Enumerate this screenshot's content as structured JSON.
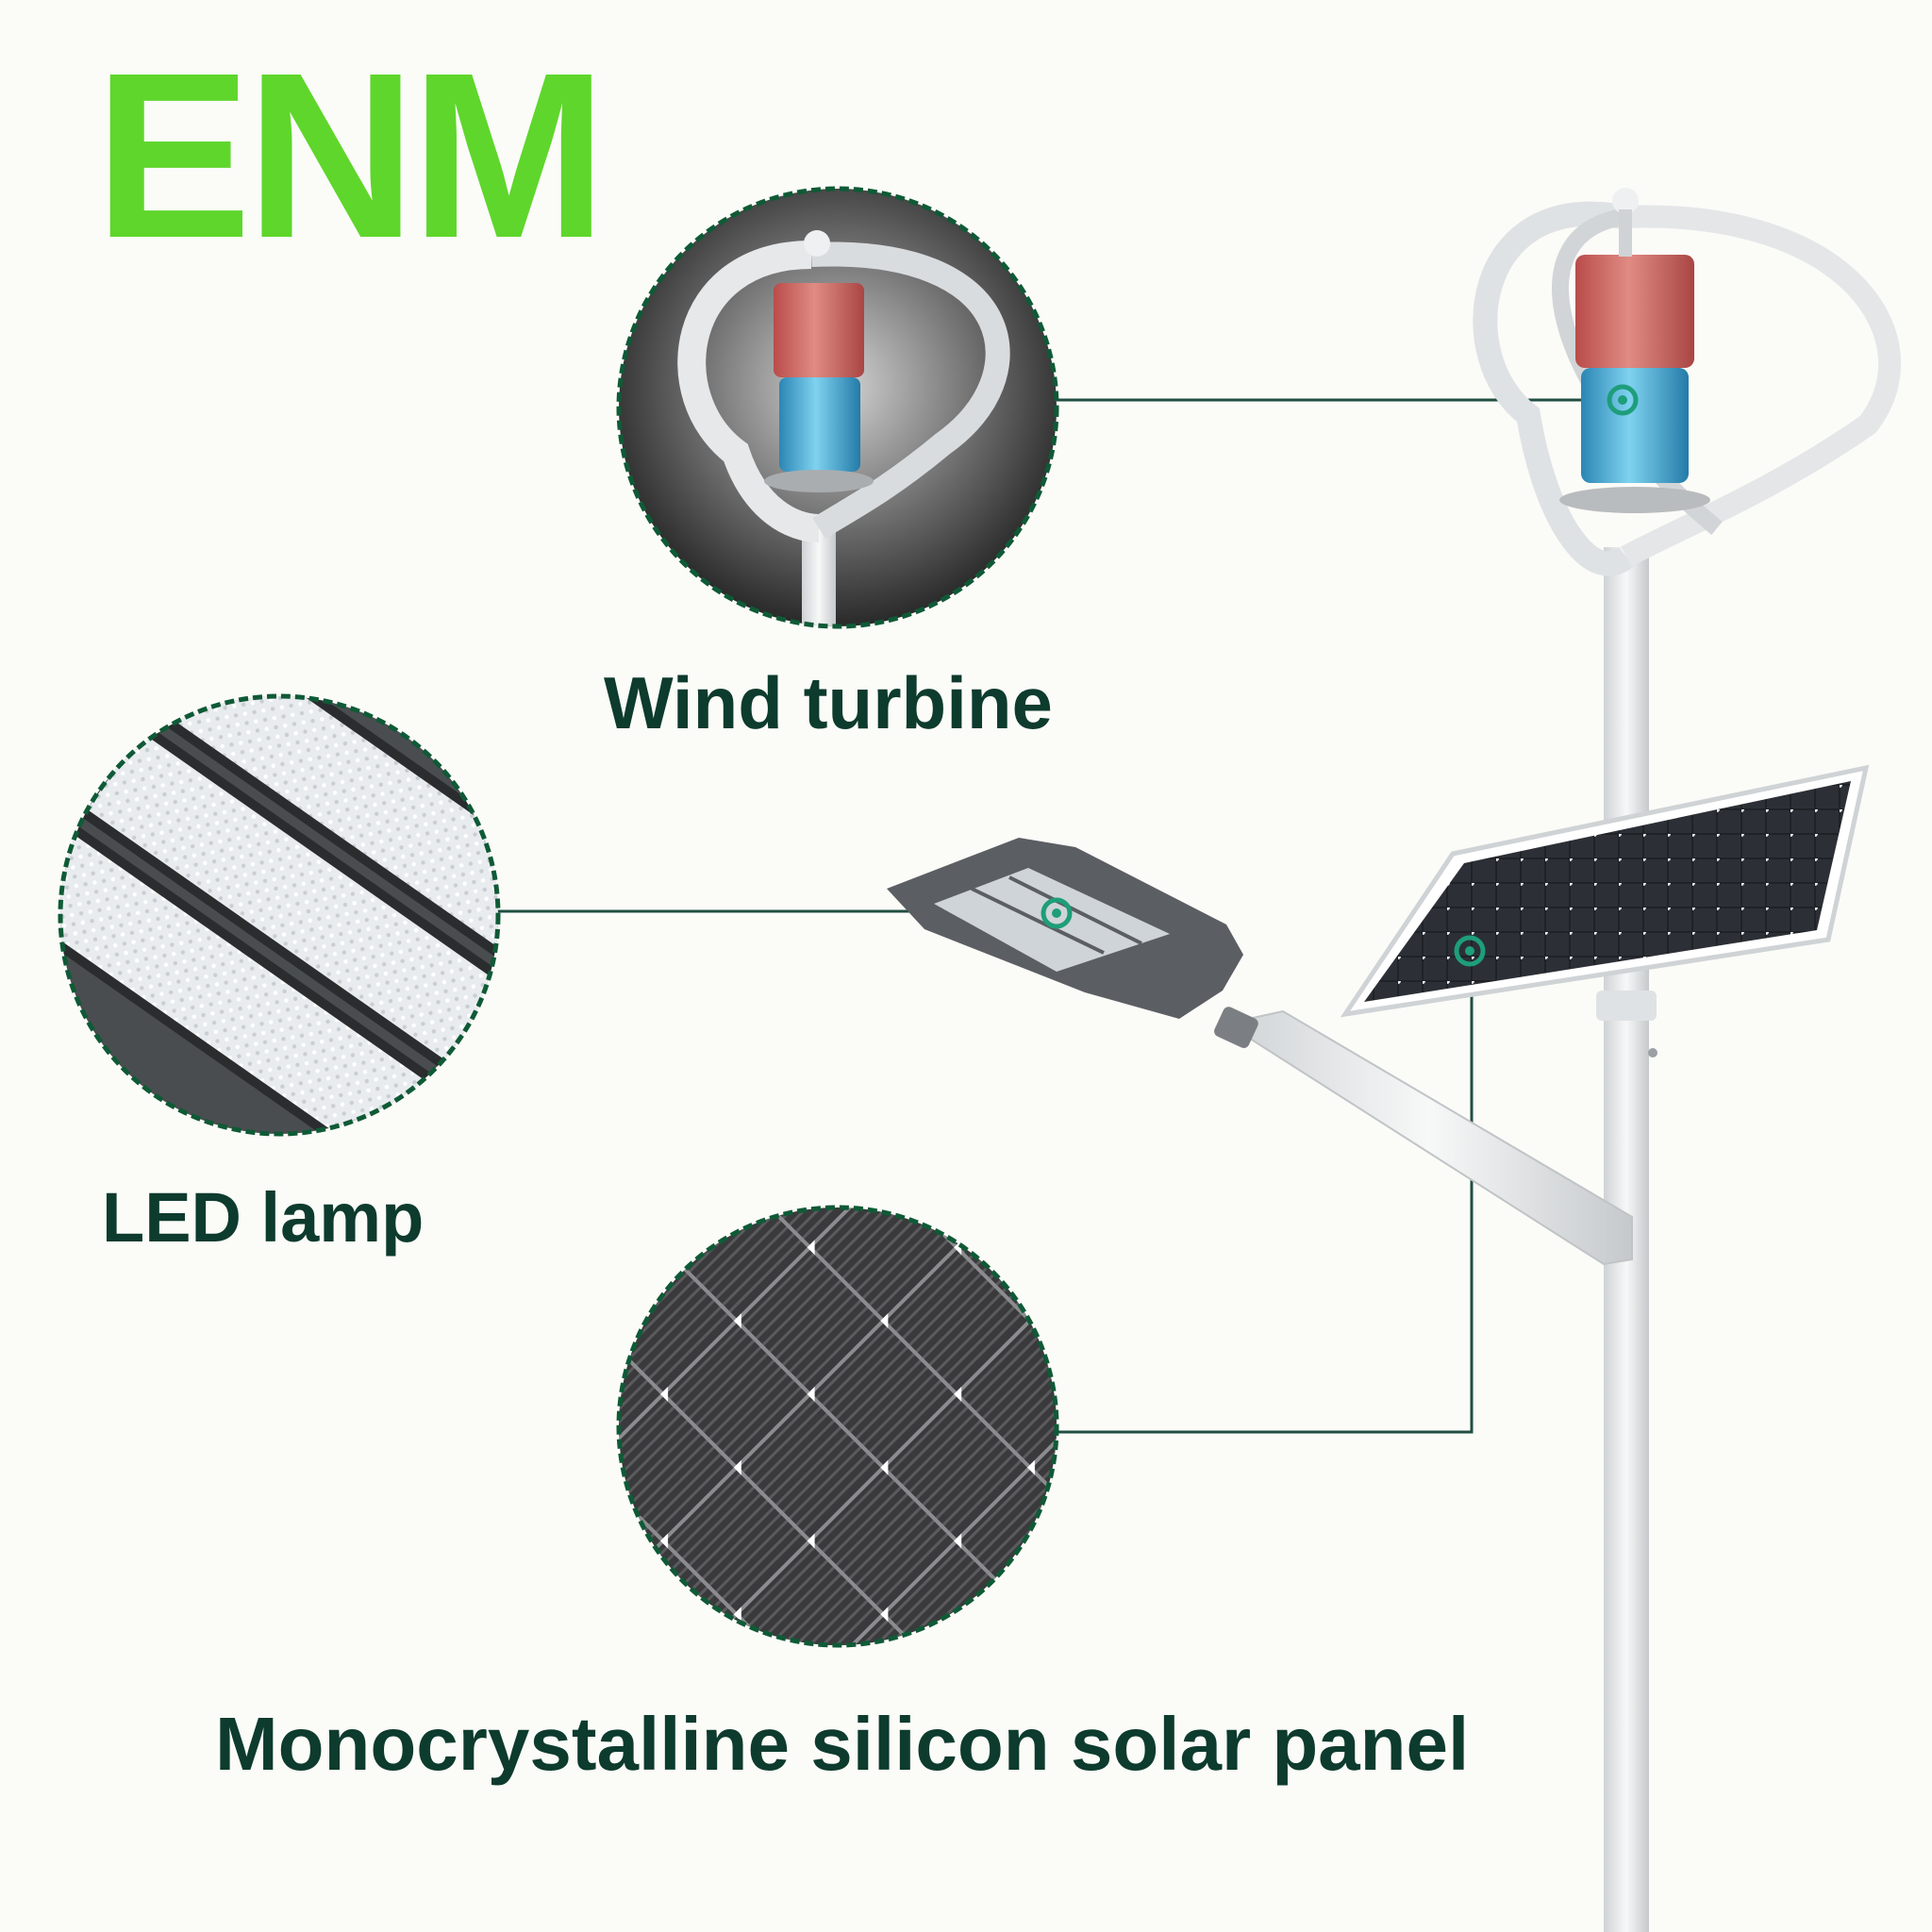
{
  "brand": {
    "name": "ENM",
    "color": "#5fd62c"
  },
  "text_color": "#0d3b2d",
  "callouts": [
    {
      "id": "wind",
      "label": "Wind turbine",
      "icon": "wind-turbine-icon"
    },
    {
      "id": "led",
      "label": "LED lamp",
      "icon": "led-lamp-icon"
    },
    {
      "id": "solar",
      "label": "Monocrystalline silicon solar panel",
      "icon": "solar-panel-icon"
    }
  ],
  "colors": {
    "turbine_top": "#c8625e",
    "turbine_bottom": "#3aa3cc",
    "pole": "#e9ebec",
    "marker": "#1e9e7a"
  }
}
